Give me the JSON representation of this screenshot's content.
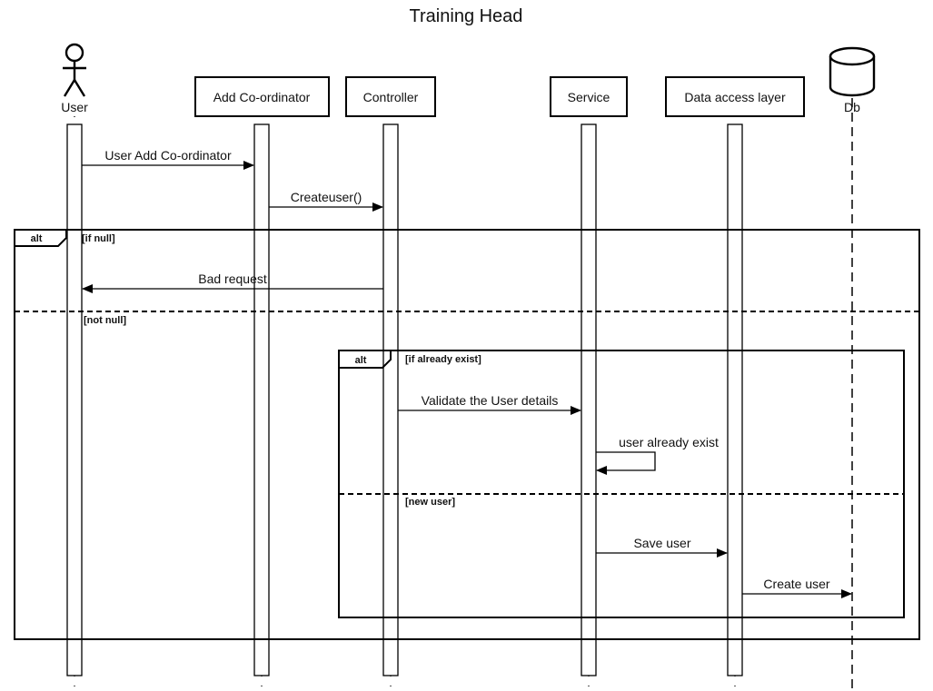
{
  "diagram": {
    "title": "Training Head",
    "participants": {
      "user": {
        "label": "User",
        "kind": "actor"
      },
      "add_coordinator": {
        "label": "Add Co-ordinator",
        "kind": "box"
      },
      "controller": {
        "label": "Controller",
        "kind": "box"
      },
      "service": {
        "label": "Service",
        "kind": "box"
      },
      "data_access_layer": {
        "label": "Data access layer",
        "kind": "box"
      },
      "db": {
        "label": "Db",
        "kind": "database"
      }
    },
    "messages": {
      "m1": {
        "from": "User",
        "to": "Add Co-ordinator",
        "label": "User Add Co-ordinator"
      },
      "m2": {
        "from": "Add Co-ordinator",
        "to": "Controller",
        "label": "Createuser()"
      },
      "m3": {
        "from": "Controller",
        "to": "User",
        "label": "Bad request"
      },
      "m4": {
        "from": "Controller",
        "to": "Service",
        "label": "Validate the User details"
      },
      "m5": {
        "from": "Service",
        "to": "Service",
        "label": "user already exist"
      },
      "m6": {
        "from": "Service",
        "to": "Data access layer",
        "label": "Save user"
      },
      "m7": {
        "from": "Data access layer",
        "to": "Db",
        "label": "Create user"
      }
    },
    "frames": {
      "outer": {
        "operator": "alt",
        "guard_1": "[if null]",
        "guard_2": "[not null]"
      },
      "inner": {
        "operator": "alt",
        "guard_1": "[if already exist]",
        "guard_2": "[new user]"
      }
    }
  }
}
